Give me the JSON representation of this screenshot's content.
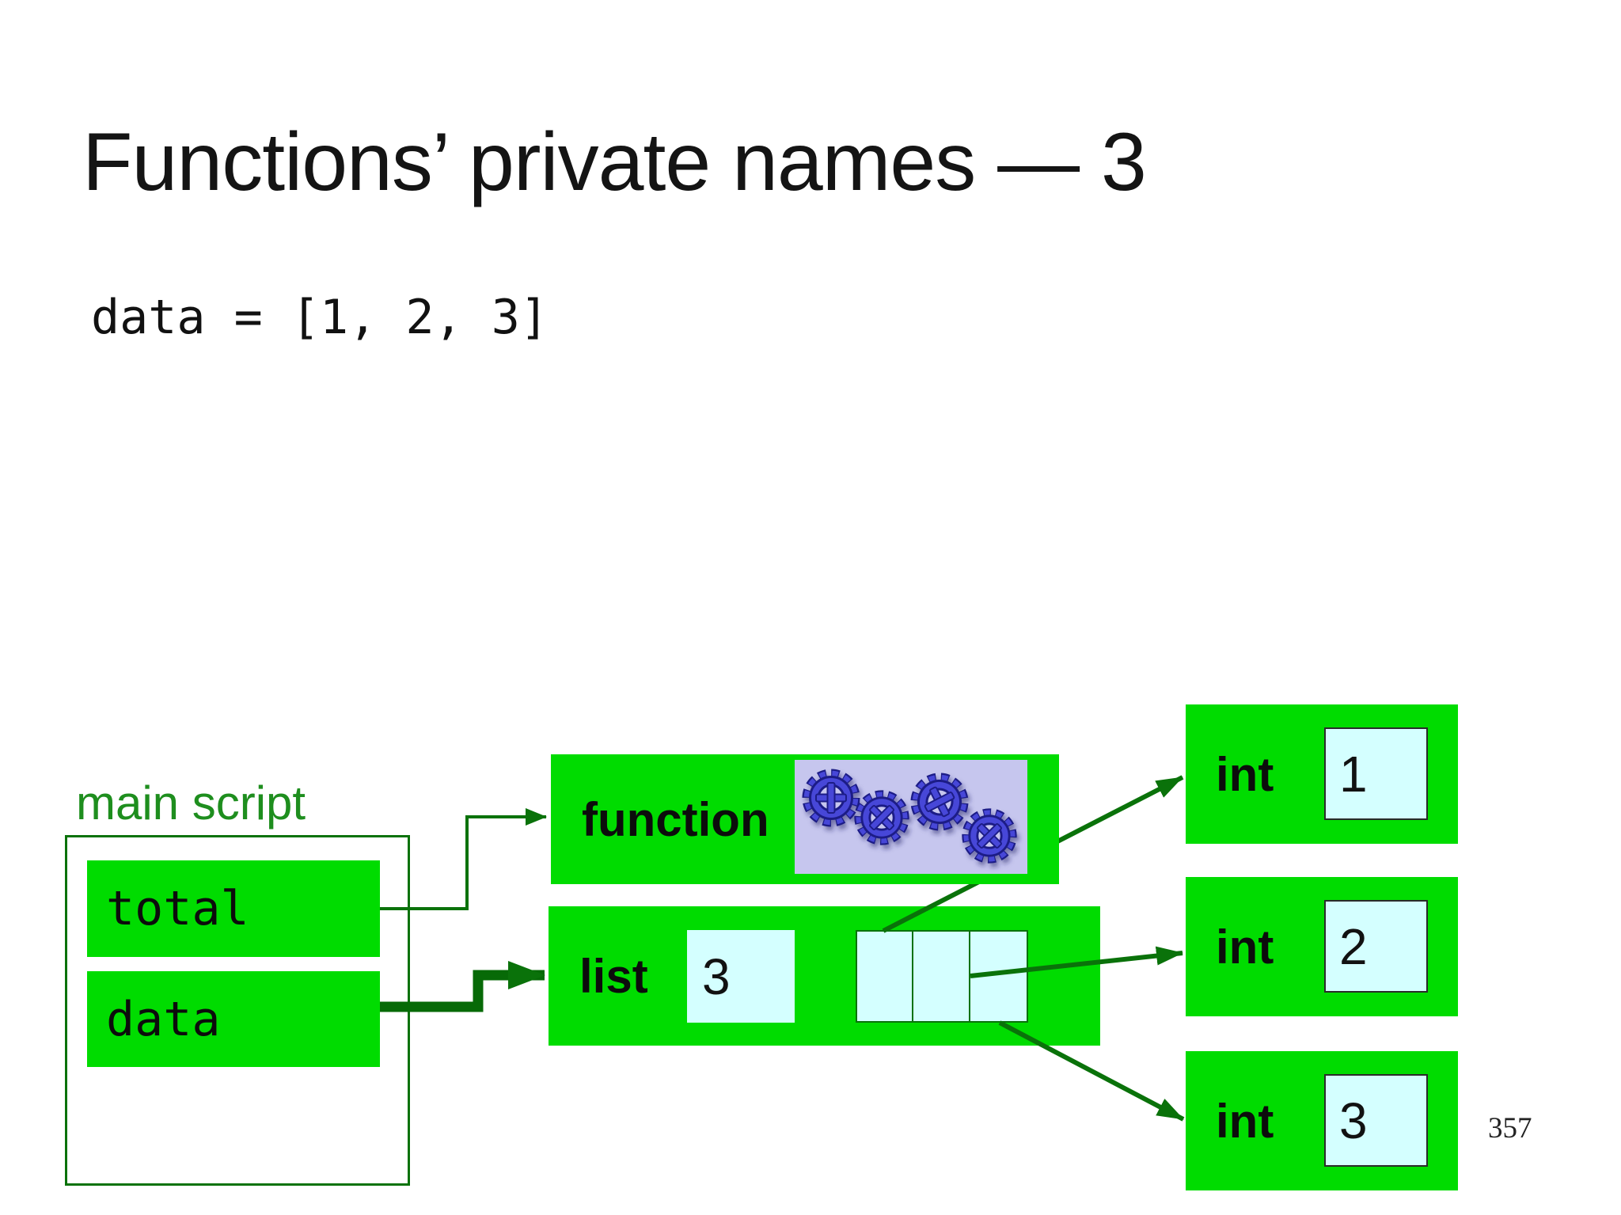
{
  "slide": {
    "title": "Functions’ private names — 3",
    "code_line": "data = [1, 2, 3]",
    "page_number": "357"
  },
  "main_script": {
    "label": "main script",
    "variables": [
      {
        "name": "total"
      },
      {
        "name": "data"
      }
    ]
  },
  "objects": {
    "function_box": {
      "label": "function",
      "icon": "gears-icon"
    },
    "list_box": {
      "label": "list",
      "length_value": "3",
      "element_cells": [
        "",
        "",
        ""
      ]
    },
    "int_boxes": [
      {
        "label": "int",
        "value": "1"
      },
      {
        "label": "int",
        "value": "2"
      },
      {
        "label": "int",
        "value": "3"
      }
    ]
  },
  "colors": {
    "box-green": "#00dc00",
    "stroke-green": "#0a720a",
    "label-green": "#1e8e1e",
    "cell-cyan": "#d4ffff",
    "lavender": "#c6c6ee",
    "gear-blue": "#4747d8",
    "gear-dark": "#1c1c86"
  }
}
